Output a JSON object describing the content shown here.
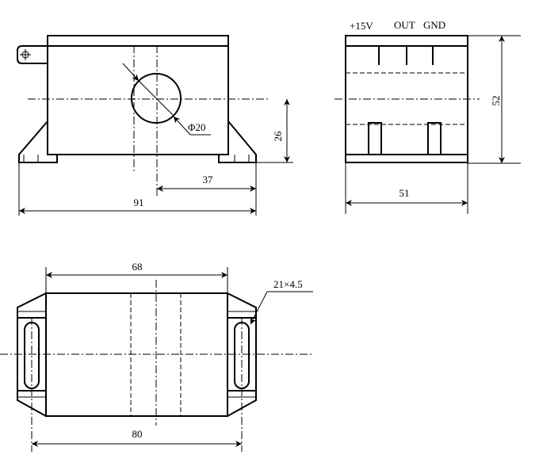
{
  "front_view": {
    "dim_hole": "Φ20",
    "dim_height": "26",
    "dim_offset": "37",
    "dim_width": "91"
  },
  "side_view": {
    "pin_labels": [
      "+15V",
      "OUT",
      "GND"
    ],
    "dim_height": "52",
    "dim_width": "51"
  },
  "top_view": {
    "dim_body": "68",
    "dim_holes": "80",
    "dim_slot": "21×4.5"
  }
}
